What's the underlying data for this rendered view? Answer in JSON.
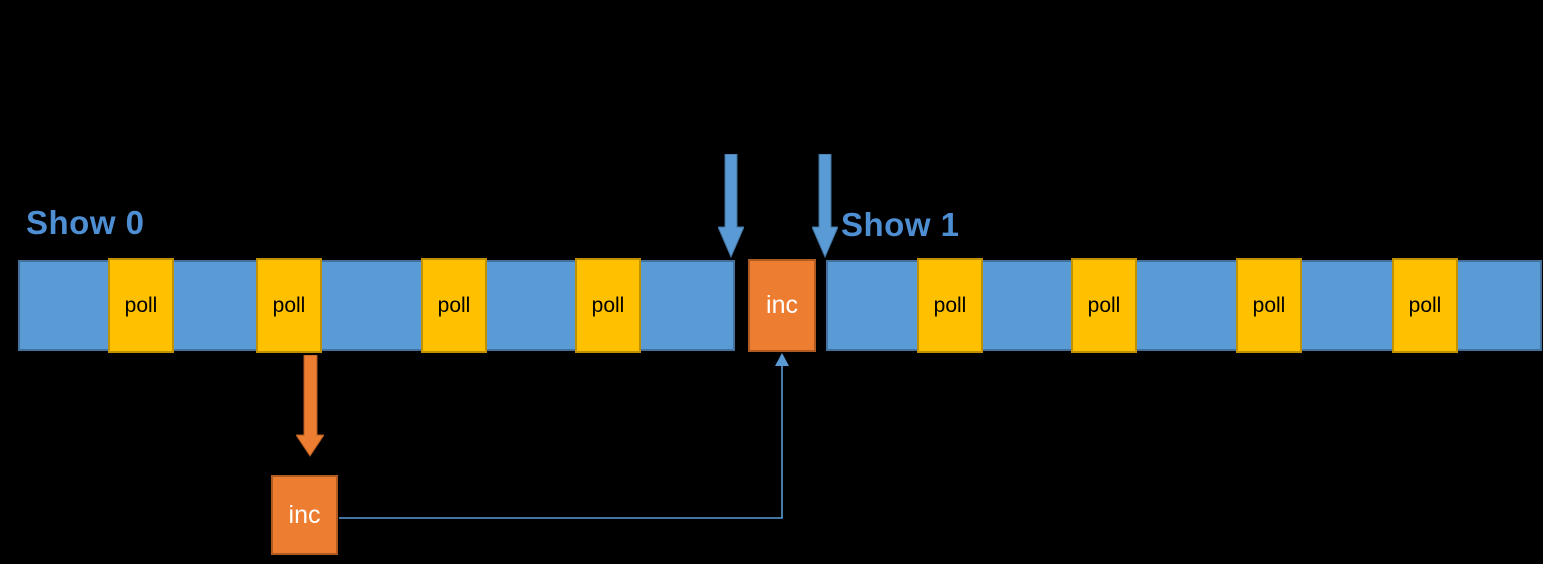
{
  "diagram": {
    "title": "timeline diagram with poll and inc events",
    "labels": {
      "show0": "Show 0",
      "show1": "Show 1"
    },
    "bars": {
      "left": {
        "name": "Show 0 timeline",
        "polls": [
          "poll",
          "poll",
          "poll",
          "poll"
        ]
      },
      "right": {
        "name": "Show 1 timeline",
        "polls": [
          "poll",
          "poll",
          "poll",
          "poll"
        ]
      }
    },
    "inc_main": {
      "label": "inc"
    },
    "inc_detail": {
      "label": "inc"
    },
    "icons": {
      "down_arrow_left": "blue-down-arrow",
      "down_arrow_right": "blue-down-arrow",
      "expand_arrow": "orange-down-arrow",
      "connector": "elbow-arrow-up"
    },
    "colors": {
      "background": "#000000",
      "bar_blue": "#5B9BD5",
      "bar_blue_border": "#41719C",
      "poll_yellow": "#FFC000",
      "poll_yellow_border": "#BF9000",
      "inc_orange": "#ED7D31",
      "inc_orange_border": "#AE5A21",
      "label_text_blue": "#4E8FD3",
      "poll_text": "#000000",
      "inc_text": "#FFFFFF",
      "connector_blue": "#5B9BD5"
    }
  }
}
